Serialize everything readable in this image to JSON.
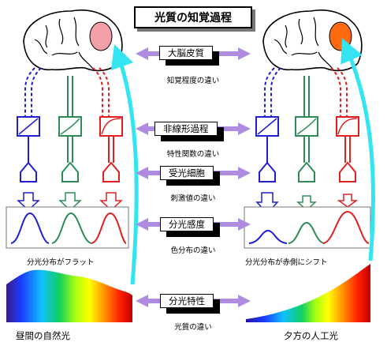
{
  "title": "光質の知覚過程",
  "stages": [
    {
      "label": "大脳皮質",
      "sub": "知覚程度の違い"
    },
    {
      "label": "非線形過程",
      "sub": "特性関数の違い"
    },
    {
      "label": "受光細胞",
      "sub": "刺激値の違い"
    },
    {
      "label": "分光感度",
      "sub": "色分布の違い"
    },
    {
      "label": "分光特性",
      "sub": "光質の違い"
    }
  ],
  "captions": {
    "left_distribution": "分光分布がフラット",
    "right_distribution": "分光分布が赤側にシフト",
    "left_light": "昼間の自然光",
    "right_light": "夕方の人工光"
  },
  "colors": {
    "blue_channel": "#1f1fd0",
    "green_channel": "#2e8b57",
    "red_channel": "#e02020",
    "arrow_purple": "#b08ce0",
    "cyan_arrow": "#33e5f0",
    "cortex_left": "#f4a0a8",
    "cortex_right": "#ff6a10"
  }
}
